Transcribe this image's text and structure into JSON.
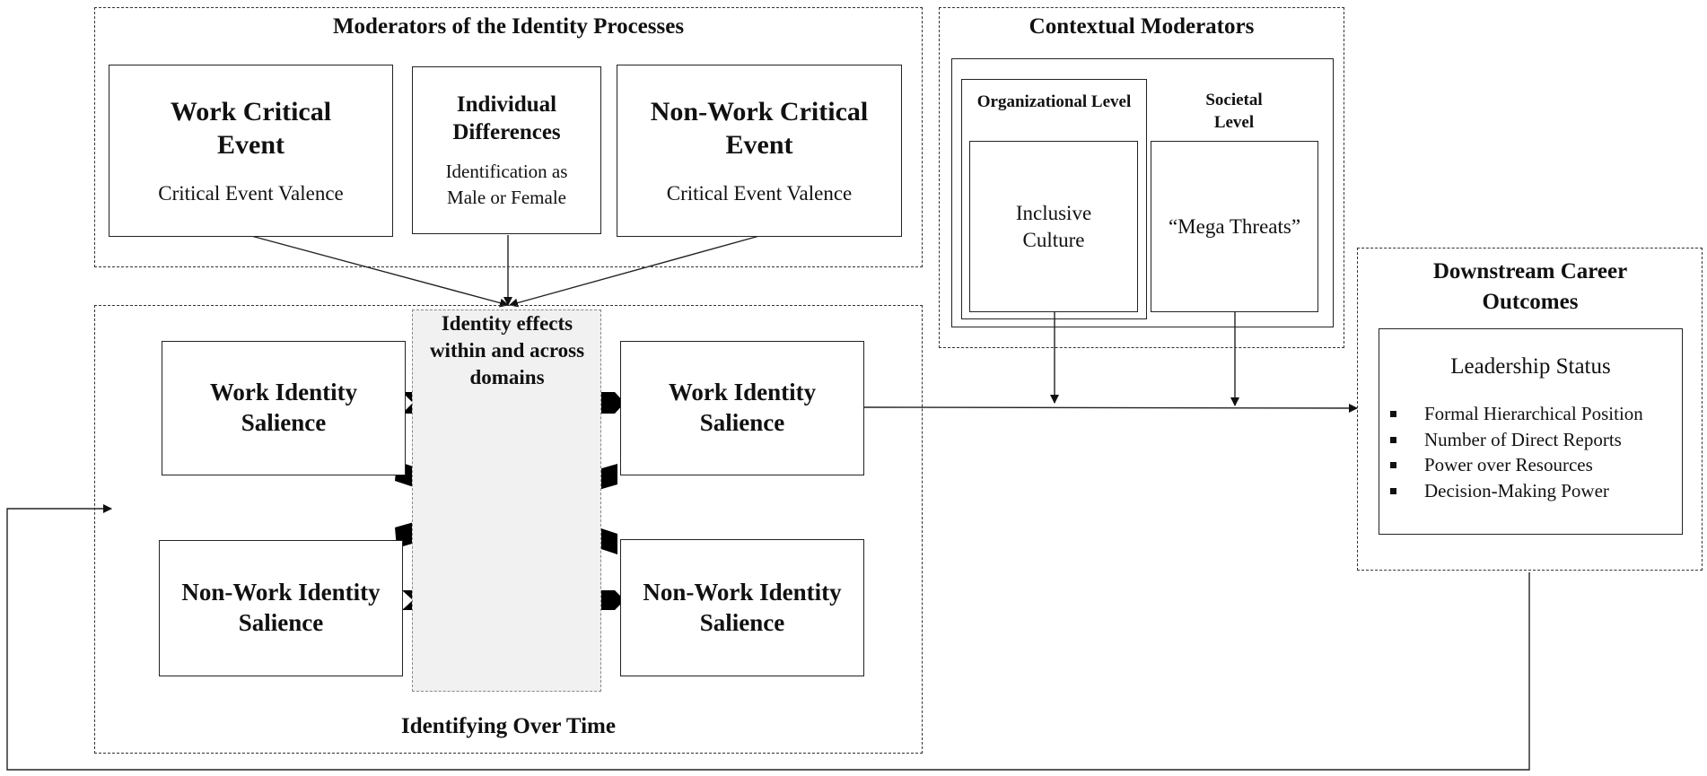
{
  "moderators": {
    "title": "Moderators of the Identity Processes",
    "work_event": {
      "title": "Work Critical Event",
      "text": "Critical Event Valence"
    },
    "individual": {
      "title": "Individual Differences",
      "text": "Identification as Male or Female"
    },
    "nonwork_event": {
      "title": "Non-Work Critical Event",
      "text": "Critical Event Valence"
    }
  },
  "contextual": {
    "title": "Contextual Moderators",
    "org_level": "Organizational Level",
    "org_text": "Inclusive Culture",
    "soc_level": "Societal Level",
    "soc_text": "“Mega Threats”"
  },
  "identifying": {
    "title": "Identifying Over Time",
    "effects_label": "Identity effects within and across domains",
    "work_left": "Work Identity Salience",
    "work_right": "Work Identity Salience",
    "nonwork_left": "Non-Work Identity Salience",
    "nonwork_right": "Non-Work Identity Salience"
  },
  "outcomes": {
    "title": "Downstream Career Outcomes",
    "status": "Leadership Status",
    "items": [
      "Formal Hierarchical Position",
      "Number of Direct Reports",
      "Power over Resources",
      "Decision-Making Power"
    ]
  }
}
